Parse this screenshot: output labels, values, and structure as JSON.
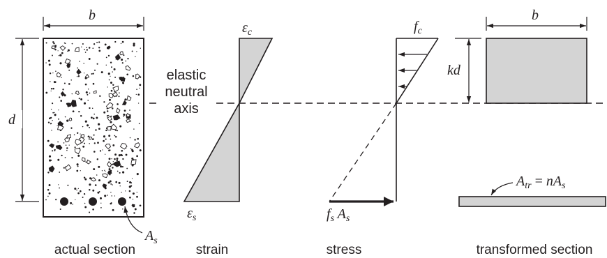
{
  "labels": {
    "b_left": "b",
    "d": "d",
    "As_base": "A",
    "As_sub": "s",
    "eps_c_base": "ε",
    "eps_c_sub": "c",
    "eps_s_base": "ε",
    "eps_s_sub": "s",
    "neutral_axis_line1": "elastic",
    "neutral_axis_line2": "neutral",
    "neutral_axis_line3": "axis",
    "fc_base": "f",
    "fc_sub": "c",
    "fsAs_f": "f",
    "fsAs_fsub": "s",
    "fsAs_A": " A",
    "fsAs_Asub": "s",
    "b_right": "b",
    "kd": "kd",
    "Atr_A": "A",
    "Atr_sub": "tr",
    "Atr_eq": " = ",
    "Atr_n": "nA",
    "Atr_nsub": "s"
  },
  "captions": {
    "actual_section": "actual section",
    "strain": "strain",
    "stress": "stress",
    "transformed_section": "transformed section"
  },
  "colors": {
    "ink": "#231f20",
    "shade": "#d4d4d4"
  }
}
